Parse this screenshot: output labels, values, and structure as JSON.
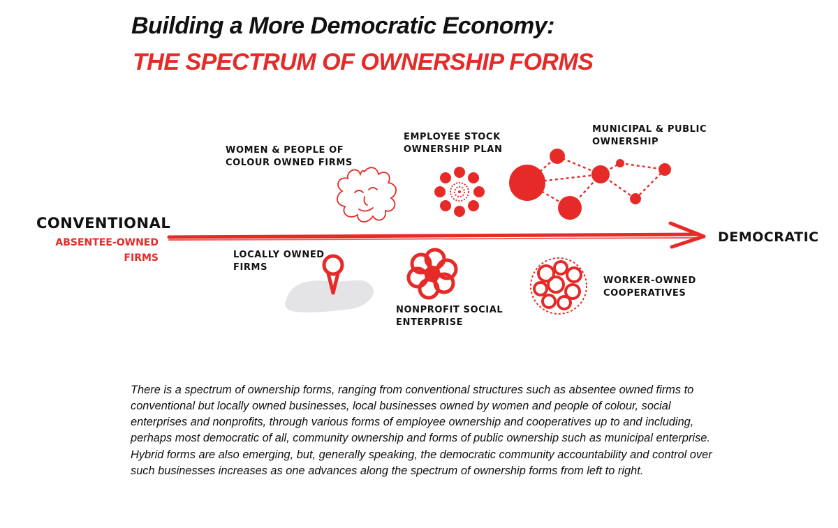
{
  "title": {
    "line1": "Building a More Democratic Economy:",
    "line2": "THE SPECTRUM OF OWNERSHIP FORMS"
  },
  "axis": {
    "left_label": "CONVENTIONAL",
    "left_sublabel_1": "ABSENTEE-OWNED",
    "left_sublabel_2": "FIRMS",
    "right_label": "DEMOCRATIC"
  },
  "forms": {
    "women_poc": {
      "line1": "WOMEN & PEOPLE OF",
      "line2": "COLOUR OWNED FIRMS"
    },
    "esop": {
      "line1": "EMPLOYEE STOCK",
      "line2": "OWNERSHIP PLAN"
    },
    "municipal": {
      "line1": "MUNICIPAL & PUBLIC",
      "line2": "OWNERSHIP"
    },
    "local": {
      "line1": "LOCALLY OWNED",
      "line2": "FIRMS"
    },
    "nonprofit": {
      "line1": "NONPROFIT SOCIAL",
      "line2": "ENTERPRISE"
    },
    "worker_coop": {
      "line1": "WORKER-OWNED",
      "line2": "COOPERATIVES"
    }
  },
  "description": "There is a spectrum of ownership forms, ranging from conventional structures such as absentee owned firms to conventional but locally owned businesses, local businesses owned by women and people of colour, social enterprises and nonprofits, through various forms of employee ownership and cooperatives up to and including, perhaps most democratic of all, community ownership and forms of public ownership such as municipal enterprise. Hybrid forms are also emerging, but, generally speaking, the democratic community accountability and control over such businesses increases as one advances along the spectrum of ownership forms from left to right.",
  "colors": {
    "accent": "#e52a27",
    "text": "#111111",
    "map_fill": "#e4e4e6"
  },
  "icons": [
    "sun-face-icon",
    "esop-cluster-icon",
    "network-nodes-icon",
    "map-pin-icon",
    "flower-icon",
    "worker-coop-circles-icon"
  ]
}
